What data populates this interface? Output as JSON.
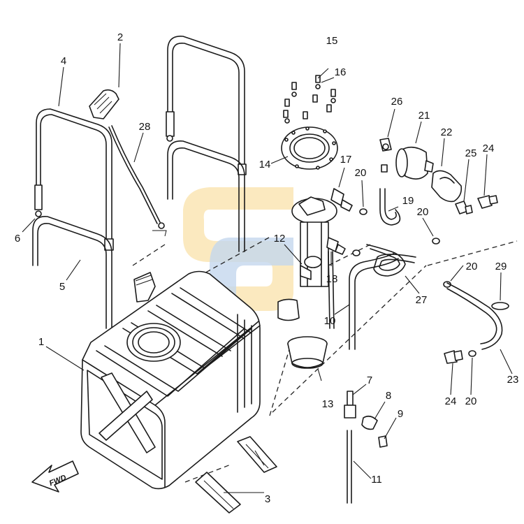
{
  "diagram": {
    "direction_label": "FWD",
    "watermark_brand_color": "#f4c34a",
    "watermark_accent_color": "#5a8fd0",
    "callouts": {
      "c1": "1",
      "c2": "2",
      "c3": "3",
      "c4": "4",
      "c5": "5",
      "c6": "6",
      "c7": "7",
      "c8": "8",
      "c9": "9",
      "c10": "10",
      "c11": "11",
      "c12": "12",
      "c13": "13",
      "c14": "14",
      "c15": "15",
      "c16": "16",
      "c17": "17",
      "c18": "18",
      "c19": "19",
      "c20a": "20",
      "c20b": "20",
      "c20c": "20",
      "c20d": "20",
      "c21": "21",
      "c22": "22",
      "c23": "23",
      "c24a": "24",
      "c24b": "24",
      "c25": "25",
      "c26": "26",
      "c27": "27",
      "c28": "28",
      "c29": "29"
    }
  }
}
